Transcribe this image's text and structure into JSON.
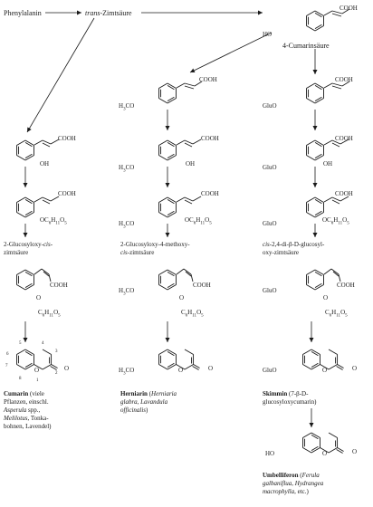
{
  "start": {
    "pre": "Phenylalanin",
    "trans": "trans",
    "zimt": "-Zimtsäure"
  },
  "cumarinsaeure": "4-Cumarinsäure",
  "groups": {
    "cooh": "COOH",
    "oh": "OH",
    "ho": "HO",
    "h3co": "H3CO",
    "gluo": "GluO",
    "o": "O",
    "ring_o": "O",
    "glucose": "C6H11O5",
    "oglucose": "OC6H11O5"
  },
  "ring_numbers": [
    "5",
    "4",
    "3",
    "6",
    "7",
    "8",
    "1",
    "2"
  ],
  "columns": {
    "left": {
      "intermediate": [
        "2-Glucosyloxy-",
        "cis",
        "-",
        "zimtsäure"
      ],
      "product": {
        "name": "Cumarin",
        "sources": [
          "(viele",
          "Pflanzen, einschl.",
          "Asperula",
          "spp.,",
          "Melilotus",
          ", Tonka-",
          "bohnen, Lavendel)"
        ]
      }
    },
    "middle": {
      "intermediate": [
        "2-Glucosyloxy-4-methoxy-",
        "cis",
        "-zimtsäure"
      ],
      "product": {
        "name": "Herniarin",
        "sources": [
          "(",
          "Herniaria",
          "glabra, Lavandula",
          "officinalis",
          ")"
        ]
      }
    },
    "right": {
      "intermediate": [
        "cis",
        "-2,4-di-β-D-glucosyl-",
        "oxy-zimtsäure"
      ],
      "products": [
        {
          "name": "Skimmin",
          "sources": [
            "(7-β-D-",
            "glucosyloxycumarin)"
          ]
        },
        {
          "name": "Umbelliferon",
          "sources": [
            "(",
            "Ferula",
            "galbaniflua, Hydrangea",
            "macrophylla",
            ", etc.)"
          ]
        }
      ]
    }
  }
}
